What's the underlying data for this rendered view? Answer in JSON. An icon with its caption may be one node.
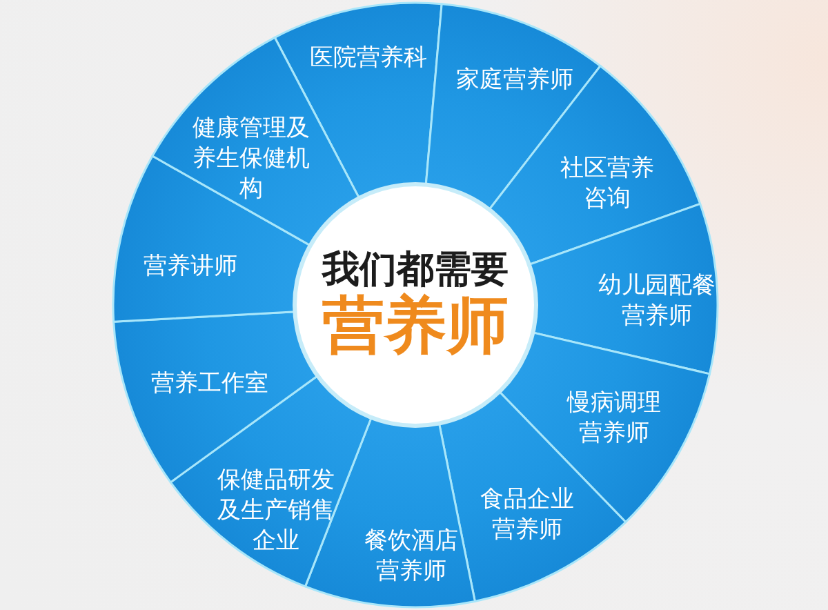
{
  "diagram": {
    "nodes": [
      {
        "text": [
          "我们都需要",
          "营养师"
        ]
      },
      {
        "text": [
          "医院营养科"
        ]
      },
      {
        "text": [
          "家庭营养师"
        ]
      },
      {
        "text": [
          "社区营养咨询"
        ]
      },
      {
        "text": [
          "幼儿园配餐营养师"
        ]
      },
      {
        "text": [
          "慢病调理营养师"
        ]
      },
      {
        "text": [
          "食品企业营养师"
        ]
      },
      {
        "text": [
          "餐饮酒店营养师"
        ]
      },
      {
        "text": [
          "保健品研发及生产销售企业"
        ]
      },
      {
        "text": [
          "营养工作室"
        ]
      },
      {
        "text": [
          "营养讲师"
        ]
      },
      {
        "text": [
          "健康管理及养生保健机构"
        ]
      }
    ]
  }
}
